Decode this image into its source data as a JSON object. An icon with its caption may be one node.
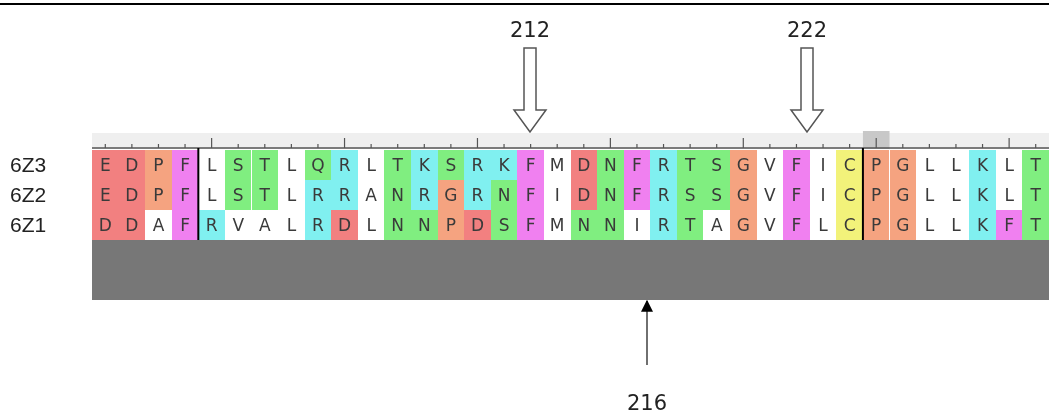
{
  "diagram": {
    "nodes": [
      {
        "text": [
          "212"
        ]
      },
      {
        "text": [
          "222"
        ]
      },
      {
        "text": [],
        "shape": "bar"
      },
      {
        "text": [],
        "shape": "bar"
      },
      {
        "text": [
          "216"
        ]
      }
    ],
    "edges": [
      {
        "from": 0,
        "to": 2,
        "arrow": "to"
      },
      {
        "from": 1,
        "to": 2,
        "arrow": "to"
      },
      {
        "from": 4,
        "to": 3,
        "arrow": "to"
      }
    ],
    "labels": [
      "6Z3",
      "E",
      "D",
      "P",
      "F",
      "L",
      "S",
      "T",
      "L",
      "Q",
      "R",
      "L",
      "T",
      "K",
      "S",
      "R",
      "K",
      "F",
      "M",
      "D",
      "N",
      "F",
      "R",
      "T",
      "S",
      "G",
      "V",
      "F",
      "I",
      "C",
      "P",
      "G",
      "L",
      "L",
      "K",
      "L",
      "T",
      "6Z2",
      "E",
      "D",
      "P",
      "F",
      "L",
      "S",
      "T",
      "L",
      "R",
      "R",
      "A",
      "N",
      "R",
      "G",
      "R",
      "N",
      "F",
      "I",
      "D",
      "N",
      "F",
      "R",
      "S",
      "S",
      "G",
      "V",
      "F",
      "I",
      "C",
      "P",
      "G",
      "L",
      "L",
      "K",
      "L",
      "T",
      "6Z1",
      "D",
      "D",
      "A",
      "F",
      "R",
      "V",
      "A",
      "L",
      "R",
      "D",
      "L",
      "N",
      "N",
      "P",
      "D",
      "S",
      "F",
      "M",
      "N",
      "N",
      "I",
      "R",
      "T",
      "A",
      "G",
      "V",
      "F",
      "L",
      "C",
      "P",
      "G",
      "L",
      "L",
      "K",
      "F",
      "T"
    ]
  }
}
